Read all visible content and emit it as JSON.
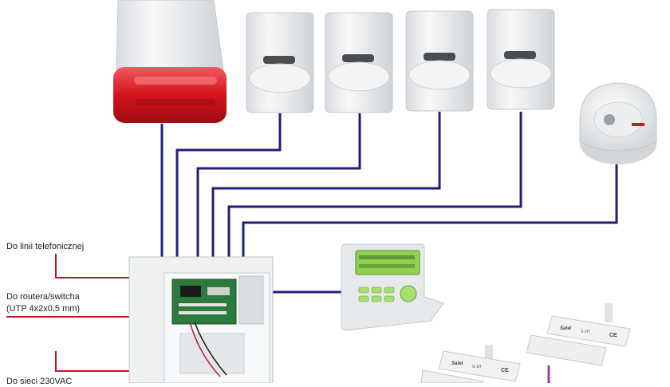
{
  "labels": {
    "phone_line": "Do linii telefonicznej",
    "router_line1": "Do routera/switcha",
    "router_line2": "(UTP 4x2x0,5 mm)",
    "mains": "Do sieci 230VAC"
  },
  "devices": {
    "detector_count": 4,
    "contact_brand": "Satel",
    "contact_model": "S-1H",
    "contact_mark": "CE"
  },
  "colors": {
    "bus_wire": "#1f1f7a",
    "power_wire": "#c8102e",
    "contact_wire": "#8e44ad",
    "siren_lens": "#d4141c",
    "keypad_display": "#8fd14f",
    "device_body": "#eef0f2"
  }
}
